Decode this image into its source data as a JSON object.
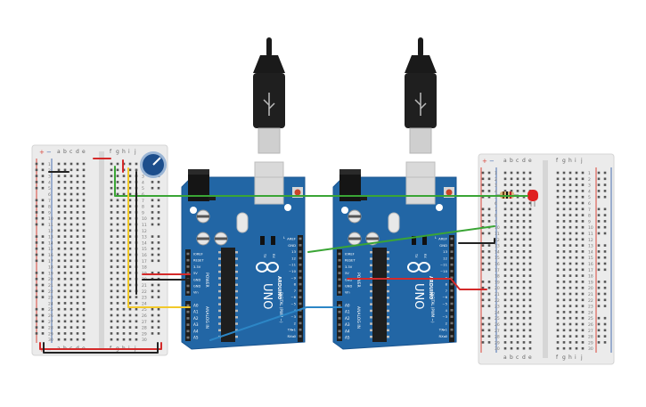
{
  "colors": {
    "board_blue": "#2266a5",
    "board_dark": "#1b5590",
    "board_header": "#1e1e1e",
    "breadboard": "#ebebeb",
    "breadboard_rail_red": "#d9453a",
    "breadboard_rail_blue": "#4a6fb0",
    "wire_red": "#d42a2a",
    "wire_black": "#222222",
    "wire_green": "#3aa535",
    "wire_yellow": "#f2c92a",
    "wire_blue": "#2c86c6",
    "usb_black": "#1a1a1a",
    "usb_metal": "#cfcfcf",
    "led_red": "#e02020",
    "resistor_body": "#d9b47c",
    "pot_knob": "#1d4e8c"
  },
  "breadboard_left": {
    "column_letters": [
      "a",
      "b",
      "c",
      "d",
      "e",
      "f",
      "g",
      "h",
      "i",
      "j"
    ],
    "row_numbers": [
      "1",
      "2",
      "3",
      "4",
      "5",
      "6",
      "7",
      "8",
      "9",
      "10",
      "11",
      "12",
      "13",
      "14",
      "15",
      "16",
      "17",
      "18",
      "19",
      "20",
      "21",
      "22",
      "23",
      "24",
      "25",
      "26",
      "27",
      "28",
      "29",
      "30"
    ],
    "plus_label": "+",
    "minus_label": "−"
  },
  "breadboard_right": {
    "column_letters": [
      "a",
      "b",
      "c",
      "d",
      "e",
      "f",
      "g",
      "h",
      "i",
      "j"
    ],
    "row_numbers": [
      "1",
      "2",
      "3",
      "4",
      "5",
      "6",
      "7",
      "8",
      "9",
      "10",
      "11",
      "12",
      "13",
      "14",
      "15",
      "16",
      "17",
      "18",
      "19",
      "20",
      "21",
      "22",
      "23",
      "24",
      "25",
      "26",
      "27",
      "28",
      "29",
      "30"
    ],
    "plus_label": "+",
    "minus_label": "−"
  },
  "arduino": {
    "brand": "ARDUINO",
    "model": "UNO",
    "digital_label": "DIGITAL (PWM ~)",
    "power_label": "POWER",
    "analog_label": "ANALOG IN",
    "tx_label": "TX",
    "rx_label": "RX",
    "l_label": "L",
    "power_pins": [
      "IOREF",
      "RESET",
      "3.3V",
      "5V",
      "GND",
      "GND",
      "Vin"
    ],
    "analog_pins": [
      "A0",
      "A1",
      "A2",
      "A3",
      "A4",
      "A5"
    ],
    "digital_pins": [
      "AREF",
      "GND",
      "13",
      "12",
      "~11",
      "~10",
      "~9",
      "8",
      "7",
      "~6",
      "~5",
      "4",
      "~3",
      "2",
      "TX▸1",
      "RX◂0"
    ]
  }
}
